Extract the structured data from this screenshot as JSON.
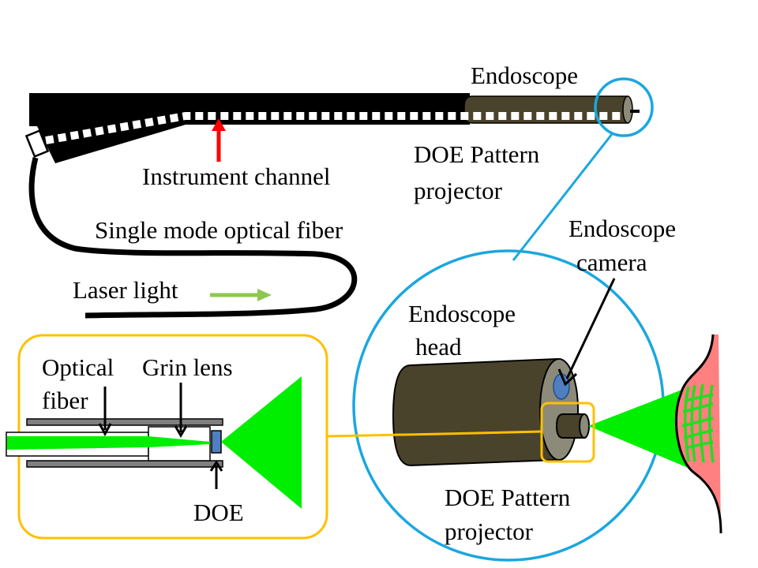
{
  "labels": {
    "endoscope": "Endoscope",
    "instrument_channel": "Instrument channel",
    "doe_top_1": "DOE Pattern",
    "doe_top_2": "projector",
    "single_mode_fiber": "Single mode optical fiber",
    "laser_light": "Laser light",
    "endoscope_camera_1": "Endoscope",
    "endoscope_camera_2": "camera",
    "endoscope_head_1": "Endoscope",
    "endoscope_head_2": "head",
    "optical_fiber_1": "Optical",
    "optical_fiber_2": "fiber",
    "grin_lens": "Grin lens",
    "doe": "DOE",
    "doe_bottom_1": "DOE Pattern",
    "doe_bottom_2": "projector"
  },
  "colors": {
    "endoscope_body": "#4a432b",
    "endoscope_face": "#8c8a78",
    "callout_blue": "#1aa7e0",
    "callout_orange": "#ffc000",
    "laser_green": "#00ee00",
    "arrow_green": "#8cc850",
    "arrow_red": "#ff0000",
    "doe_blue": "#4f7fc0",
    "tissue_pink": "#ff8080",
    "tube_gray": "#808080"
  }
}
